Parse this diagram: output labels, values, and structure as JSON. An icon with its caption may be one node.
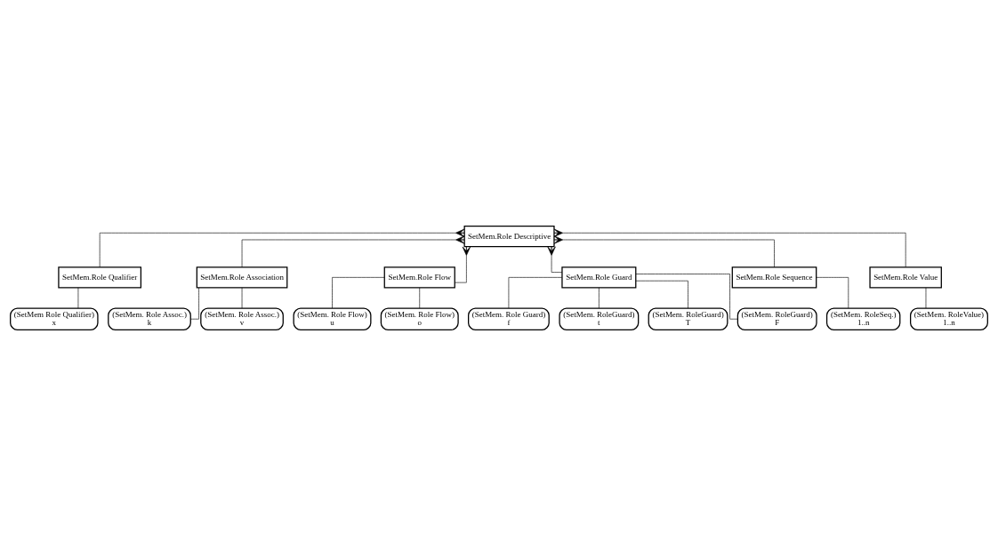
{
  "diagram": {
    "nodes": [
      {
        "text": [
          "SetMem.Role Descriptive"
        ]
      },
      {
        "text": [
          "SetMem.Role Qualifier"
        ]
      },
      {
        "text": [
          "SetMem.Role Association"
        ]
      },
      {
        "text": [
          "SetMem.Role Flow"
        ]
      },
      {
        "text": [
          "SetMem.Role Guard"
        ]
      },
      {
        "text": [
          "SetMem.Role Sequence"
        ]
      },
      {
        "text": [
          "SetMem.Role Value"
        ]
      },
      {
        "text": [
          "(SetMem Role Qualifier)",
          "x"
        ]
      },
      {
        "text": [
          "(SetMem. Role Assoc.)",
          "k"
        ]
      },
      {
        "text": [
          "(SetMem. Role Assoc.)",
          "v"
        ]
      },
      {
        "text": [
          "(SetMem. Role Flow)",
          "u"
        ]
      },
      {
        "text": [
          "(SetMem. Role Flow)",
          "o"
        ]
      },
      {
        "text": [
          "(SetMem. Role Guard)",
          "f"
        ]
      },
      {
        "text": [
          "(SetMem. RoleGuard)",
          "t"
        ]
      },
      {
        "text": [
          "(SetMem. RoleGuard)",
          "T"
        ]
      },
      {
        "text": [
          "(SetMem. RoleGuard)",
          "F"
        ]
      },
      {
        "text": [
          "(SetMem. RoleSeq.)",
          "1..n"
        ]
      },
      {
        "text": [
          "(SetMem. RoleValue)",
          "1..n"
        ]
      }
    ],
    "edges": [
      {
        "from": 0,
        "to": 1,
        "arrow": "other"
      },
      {
        "from": 0,
        "to": 2,
        "arrow": "other"
      },
      {
        "from": 0,
        "to": 3,
        "arrow": "other"
      },
      {
        "from": 0,
        "to": 4,
        "arrow": "other"
      },
      {
        "from": 0,
        "to": 5,
        "arrow": "other"
      },
      {
        "from": 0,
        "to": 6,
        "arrow": "other"
      },
      {
        "from": 1,
        "to": 7,
        "arrow": "none"
      },
      {
        "from": 2,
        "to": 8,
        "arrow": "none"
      },
      {
        "from": 2,
        "to": 9,
        "arrow": "none"
      },
      {
        "from": 3,
        "to": 10,
        "arrow": "none"
      },
      {
        "from": 3,
        "to": 11,
        "arrow": "none"
      },
      {
        "from": 4,
        "to": 12,
        "arrow": "none"
      },
      {
        "from": 4,
        "to": 13,
        "arrow": "none"
      },
      {
        "from": 4,
        "to": 14,
        "arrow": "none"
      },
      {
        "from": 4,
        "to": 15,
        "arrow": "none"
      },
      {
        "from": 5,
        "to": 16,
        "arrow": "none"
      },
      {
        "from": 6,
        "to": 17,
        "arrow": "none"
      }
    ]
  }
}
